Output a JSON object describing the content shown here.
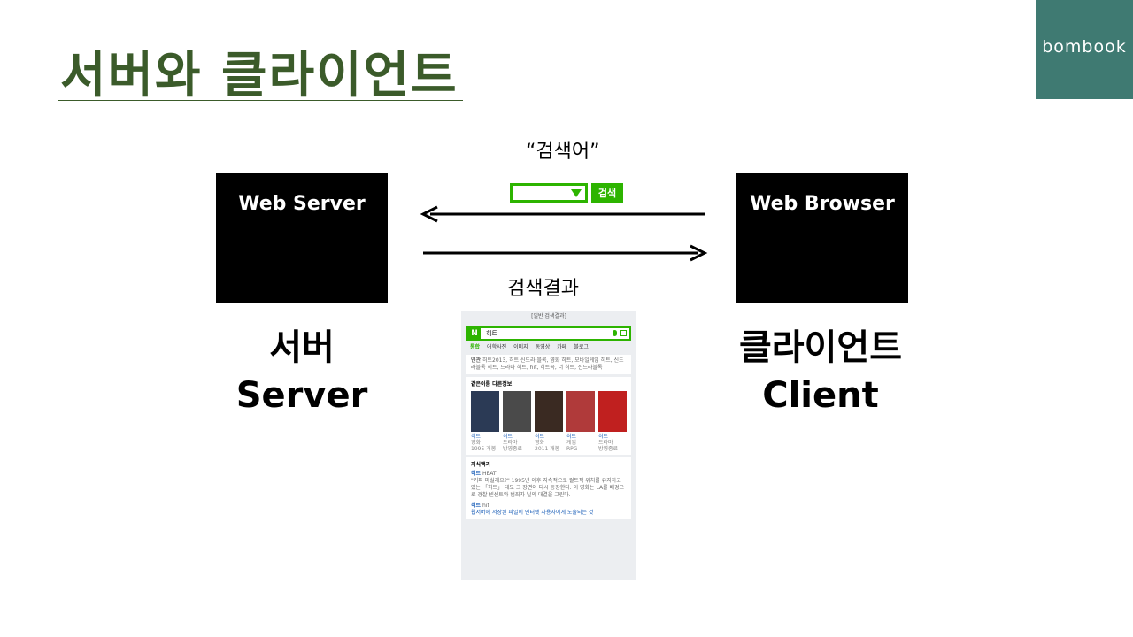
{
  "title": "서버와 클라이언트",
  "brand": "bombook",
  "server_box_label": "Web Server",
  "client_box_label": "Web Browser",
  "request_label": "“검색어”",
  "response_label": "검색결과",
  "search_button": "검색",
  "server_label": {
    "ko": "서버",
    "en": "Server"
  },
  "client_label": {
    "ko": "클라이언트",
    "en": "Client"
  },
  "screenshot": {
    "header": "[일반 검색결과]",
    "logo": "N",
    "query": "히트",
    "tabs": [
      "통합",
      "어학사전",
      "이미지",
      "동영상",
      "카페",
      "블로그"
    ],
    "related_label": "연관",
    "related_text": "히트2013, 히트 신드라 블록, 영화 히트, 모바일게임 히트, 신드라블록 히트, 드라마 히트, hit, 히트곡, 더 히트, 신드라블록",
    "info_title": "같은이름 다른정보",
    "posters": [
      {
        "title": "히트",
        "sub1": "영화",
        "sub2": "1995 개봉"
      },
      {
        "title": "히트",
        "sub1": "드라마",
        "sub2": "방영종료"
      },
      {
        "title": "히트",
        "sub1": "영화",
        "sub2": "2011 개봉"
      },
      {
        "title": "히트",
        "sub1": "게임",
        "sub2": "RPG"
      },
      {
        "title": "히트",
        "sub1": "드라마",
        "sub2": "방영종료"
      }
    ],
    "poster_colors": [
      "#2b3a55",
      "#4a4a4a",
      "#3a2a22",
      "#b03a3a",
      "#c0201f"
    ],
    "encyclopedia_title": "지식백과",
    "entry1_title": "히트",
    "entry1_tag": "HEAT",
    "entry1_text": "\"커피 마실래요?\" 1995년 이후 지속적으로 컬트적 위치를 유지하고 있는 「히트」 대도 그 장면이 다시 등장한다. 이 영화는 LA를 배경으로 경찰 빈센트와 범죄자 닐의 대결을 그린다.",
    "entry2_title": "히트",
    "entry2_tag": "hit",
    "entry2_text": "웹서버에 저장된 파일이 인터넷 사용자에게 노출되는 것"
  },
  "colors": {
    "title": "#3b5b2a",
    "brand_bg": "#3f7a72",
    "naver_green": "#2db400"
  }
}
